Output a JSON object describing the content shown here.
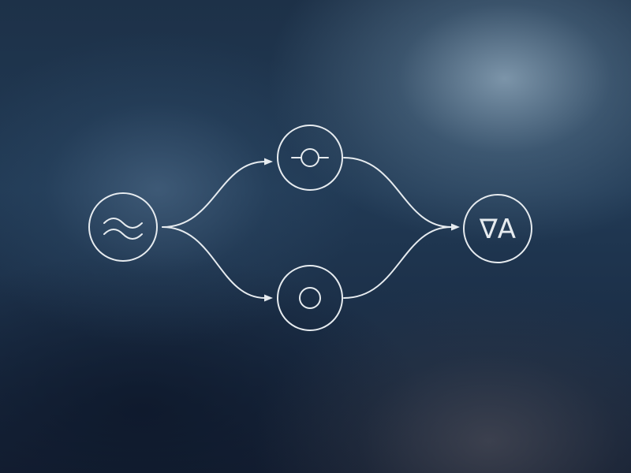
{
  "diagram": {
    "nodes": [
      {
        "id": "source",
        "icon": "wave-icon"
      },
      {
        "id": "upper",
        "icon": "node-on-line-icon"
      },
      {
        "id": "lower",
        "icon": "circle-icon"
      },
      {
        "id": "target",
        "label": "∇A"
      }
    ],
    "edges": [
      {
        "from": "source",
        "to": "upper"
      },
      {
        "from": "source",
        "to": "lower"
      },
      {
        "from": "upper",
        "to": "target"
      },
      {
        "from": "lower",
        "to": "target"
      }
    ]
  },
  "colors": {
    "stroke": "#e6ebef",
    "background": "#1d3148"
  }
}
